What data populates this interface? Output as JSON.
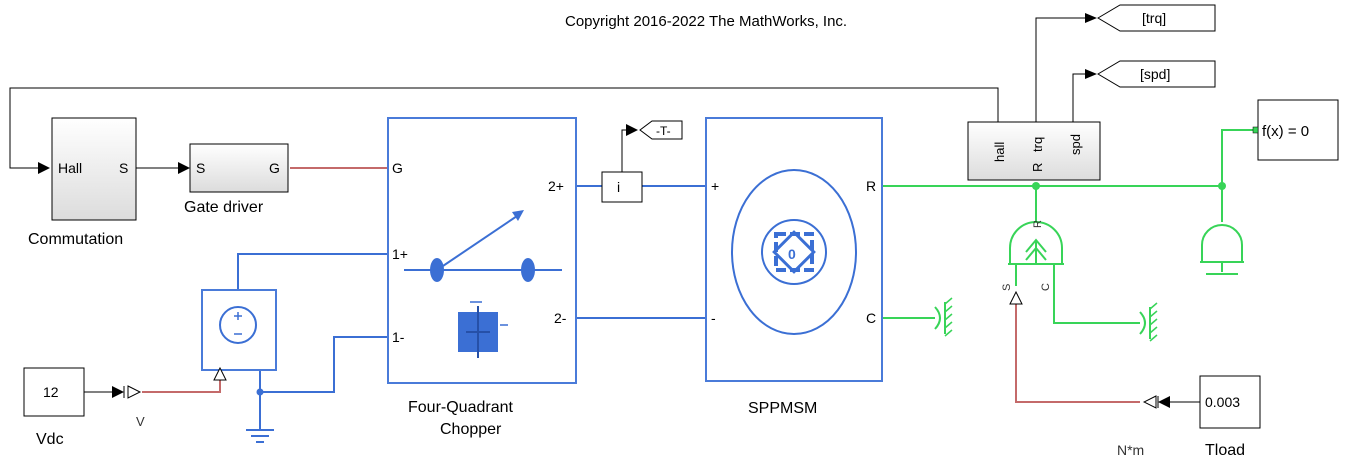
{
  "copyright": "Copyright 2016-2022 The MathWorks, Inc.",
  "blocks": {
    "commutation": {
      "label": "Commutation",
      "in_port": "Hall",
      "out_port": "S"
    },
    "gate_driver": {
      "label": "Gate driver",
      "in_port": "S",
      "out_port": "G"
    },
    "chopper": {
      "label_line1": "Four-Quadrant",
      "label_line2": "Chopper",
      "port_g": "G",
      "port_1p": "1+",
      "port_1m": "1-",
      "port_2p": "2+",
      "port_2m": "2-"
    },
    "current_sensor": {
      "label": "i"
    },
    "goto_current": {
      "tag": "-T-"
    },
    "motor": {
      "label": "SPPMSM",
      "port_plus": "+",
      "port_minus": "-",
      "port_r": "R",
      "port_c": "C",
      "rotor_glyph": "0"
    },
    "bus_selector": {
      "outputs": [
        "hall",
        "trq",
        "spd"
      ],
      "port_r": "R"
    },
    "goto_trq": {
      "tag": "[trq]"
    },
    "goto_spd": {
      "tag": "[spd]"
    },
    "solver": {
      "label": "f(x) = 0"
    },
    "torque_source": {
      "port_r": "R",
      "port_s": "S",
      "port_c": "C"
    },
    "dc_source_const": {
      "value": "12",
      "label": "Vdc",
      "unit": "V"
    },
    "tload_const": {
      "value": "0.003",
      "label": "Tload",
      "unit": "N*m"
    }
  },
  "colors": {
    "electrical": "#3b6fd4",
    "mechanical": "#38d458",
    "physical_signal": "#c46a6a",
    "signal": "#000000"
  }
}
